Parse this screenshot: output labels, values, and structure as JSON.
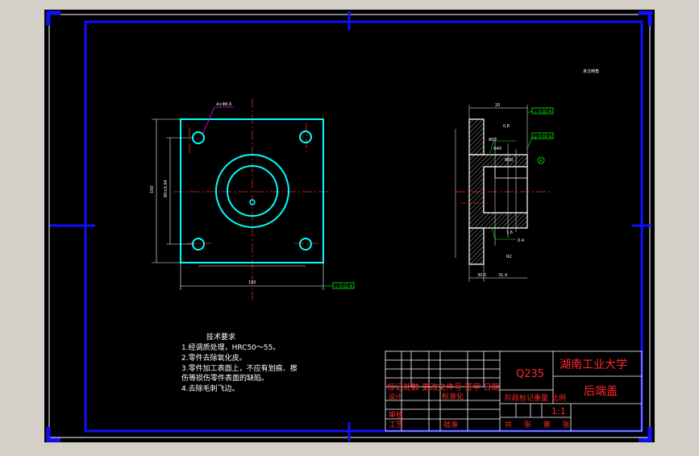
{
  "colors": {
    "background": "#000000",
    "frame": "#1010ff",
    "part": "#00ffff",
    "center_line": "#ff2020",
    "dimension": "#ffffff",
    "title_text": "#ff2a2a",
    "leader": "#ff00ff",
    "tolerance": "#00ff00"
  },
  "top_note": "未注倒角",
  "front_view": {
    "hole_label": "4×Φ6.6",
    "width_dim": "100",
    "height_dim": "100",
    "inner_dim": "80±0.04",
    "tolerance_frame": "⊥ 0.02 A"
  },
  "section_view": {
    "top_dim": "20",
    "bottom_dim": "30.5",
    "bottom_dim2": "31.4",
    "tolerance_top": "⊥ 0.02 A",
    "tolerance_mid": "◎ 0.02 A",
    "datum": "A",
    "small_dims": [
      "0.8",
      "Φ30",
      "Φ45",
      "Φ52",
      "1.6",
      "0.4",
      "R2"
    ]
  },
  "tech_requirements": {
    "title": "技术要求",
    "items": [
      "1.经调质处理，HRC50～55。",
      "2.零件去除氧化皮。",
      "3.零件加工表面上，不应有划痕、擦",
      "伤等损伤零件表面的缺陷。",
      "4.去除毛刺飞边。"
    ]
  },
  "title_block": {
    "material": "Q235",
    "school": "湖南工业大学",
    "part_name": "后端盖",
    "header_row": "标记处数 更改文件号 签字 日期",
    "designer": "设计",
    "standardized": "标准化",
    "stage_label": "阶段标记",
    "weight_label": "重量",
    "scale_label": "比例",
    "scale": "1:1",
    "review": "审核",
    "process": "工艺",
    "approve": "批准",
    "sheets": "共 张 第 张"
  }
}
